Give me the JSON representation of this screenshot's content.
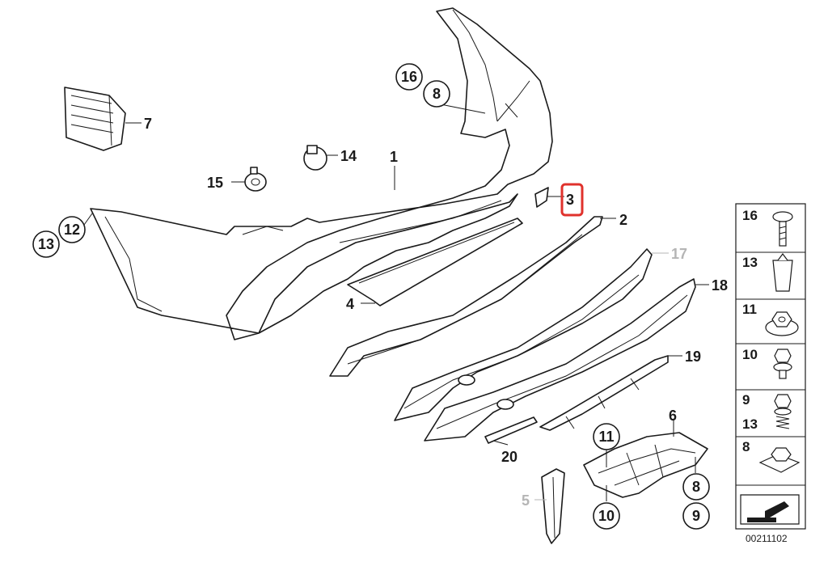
{
  "callouts": {
    "c1": "1",
    "c2": "2",
    "c3": "3",
    "c4": "4",
    "c5": "5",
    "c6": "6",
    "c7": "7",
    "c8_top": "8",
    "c8_bottom": "8",
    "c9": "9",
    "c10": "10",
    "c11": "11",
    "c12": "12",
    "c13": "13",
    "c14": "14",
    "c15": "15",
    "c16": "16",
    "c17": "17",
    "c18": "18",
    "c19": "19",
    "c20": "20"
  },
  "legend": {
    "row1": [
      "16"
    ],
    "row2": [
      "13"
    ],
    "row3": [
      "11"
    ],
    "row4": [
      "10"
    ],
    "row5": [
      "9",
      "13"
    ],
    "row6": [
      "8"
    ]
  },
  "diagram_code": "00211102",
  "colors": {
    "highlight": "#e0322c",
    "line": "#1a1a1a",
    "muted_callout": "#b5b5b5"
  }
}
